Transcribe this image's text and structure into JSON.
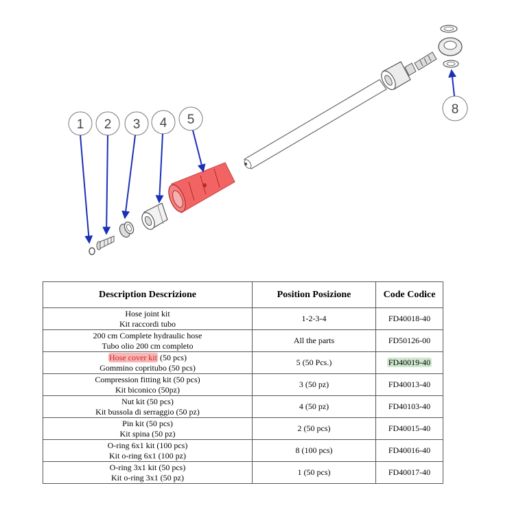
{
  "diagram": {
    "callouts": [
      "1",
      "2",
      "3",
      "4",
      "5",
      "8"
    ]
  },
  "table": {
    "headers": {
      "description": [
        "Description",
        "Descrizione"
      ],
      "position": [
        "Position",
        "Posizione"
      ],
      "code": [
        "Code",
        "Codice"
      ]
    },
    "rows": [
      {
        "desc_en": "Hose joint kit",
        "desc_it": "Kit raccordi tubo",
        "position": "1-2-3-4",
        "code": "FD40018-40"
      },
      {
        "desc_en": "200 cm Complete hydraulic hose",
        "desc_it": "Tubo olio 200 cm completo",
        "position": "All the parts",
        "code": "FD50126-00"
      },
      {
        "desc_en_highlight": "Hose cover kit",
        "desc_en_rest": " (50 pcs)",
        "desc_it": "Gommino copritubo (50 pcs)",
        "position": "5 (50 Pcs.)",
        "code": "FD40019-40"
      },
      {
        "desc_en": "Compression fitting kit (50 pcs)",
        "desc_it": "Kit biconico (50pz)",
        "position": "3 (50 pz)",
        "code": "FD40013-40"
      },
      {
        "desc_en": "Nut kit (50 pcs)",
        "desc_it": "Kit bussola di serraggio (50 pz)",
        "position": "4 (50 pz)",
        "code": "FD40103-40"
      },
      {
        "desc_en": "Pin kit (50 pcs)",
        "desc_it": "Kit spina (50 pz)",
        "position": "2 (50 pcs)",
        "code": "FD40015-40"
      },
      {
        "desc_en": "O-ring 6x1 kit (100 pcs)",
        "desc_it": "Kit o-ring 6x1 (100 pz)",
        "position": "8 (100 pcs)",
        "code": "FD40016-40"
      },
      {
        "desc_en": "O-ring 3x1 kit (50 pcs)",
        "desc_it": "Kit o-ring 3x1 (50 pz)",
        "position": "1 (50 pcs)",
        "code": "FD40017-40"
      }
    ]
  },
  "colors": {
    "highlight_red": "#f6b7b7",
    "highlight_red_text": "#d62020",
    "highlight_green": "#cfe6cf",
    "arrow_blue": "#1a2fb8",
    "part_red": "#f04848"
  }
}
